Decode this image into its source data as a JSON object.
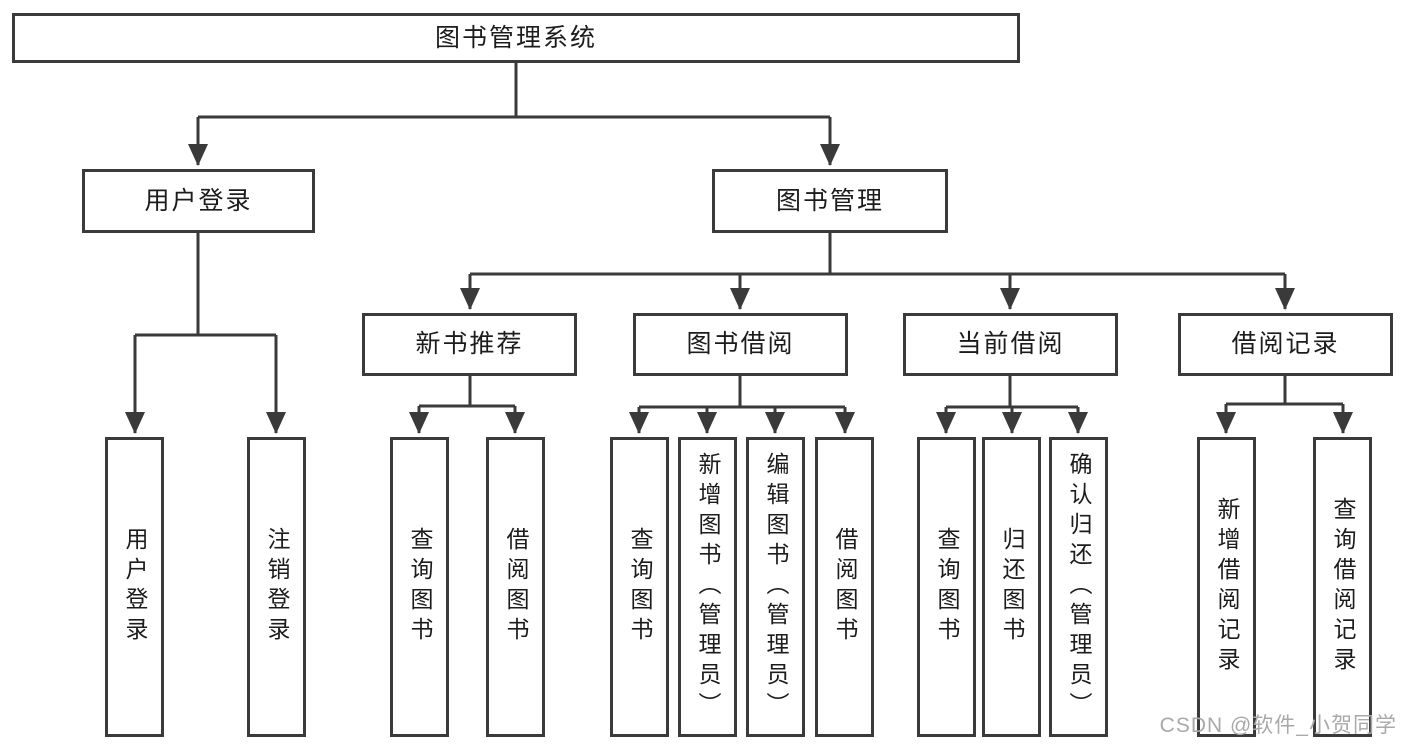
{
  "diagram": {
    "title": "图书管理系统",
    "root": {
      "label": "图书管理系统"
    },
    "level2": [
      {
        "label": "用户登录"
      },
      {
        "label": "图书管理"
      }
    ],
    "level3": [
      {
        "label": "新书推荐",
        "parent": "图书管理"
      },
      {
        "label": "图书借阅",
        "parent": "图书管理"
      },
      {
        "label": "当前借阅",
        "parent": "图书管理"
      },
      {
        "label": "借阅记录",
        "parent": "图书管理"
      }
    ],
    "leaves": [
      {
        "label": "用户登录",
        "parent": "用户登录"
      },
      {
        "label": "注销登录",
        "parent": "用户登录"
      },
      {
        "label": "查询图书",
        "parent": "新书推荐"
      },
      {
        "label": "借阅图书",
        "parent": "新书推荐"
      },
      {
        "label": "查询图书",
        "parent": "图书借阅"
      },
      {
        "label": "新增图书（管理员）",
        "parent": "图书借阅"
      },
      {
        "label": "编辑图书（管理员）",
        "parent": "图书借阅"
      },
      {
        "label": "借阅图书",
        "parent": "图书借阅"
      },
      {
        "label": "查询图书",
        "parent": "当前借阅"
      },
      {
        "label": "归还图书",
        "parent": "当前借阅"
      },
      {
        "label": "确认归还（管理员）",
        "parent": "当前借阅"
      },
      {
        "label": "新增借阅记录",
        "parent": "借阅记录"
      },
      {
        "label": "查询借阅记录",
        "parent": "借阅记录"
      }
    ]
  },
  "watermark": "CSDN @软件_小贺同学",
  "colors": {
    "line": "#3a3a3a",
    "box_border": "#3a3a3a",
    "box_fill": "#ffffff",
    "text": "#1c1c1c",
    "watermark": "#a9a9a9",
    "background": "#ffffff"
  }
}
